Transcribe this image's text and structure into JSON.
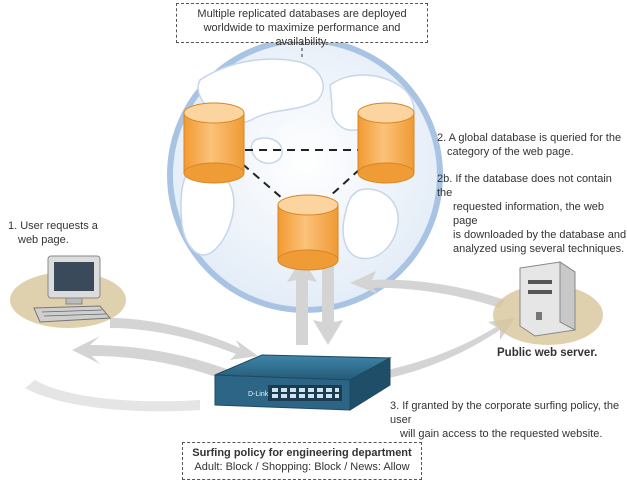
{
  "top_note": {
    "line1": "Multiple replicated databases are deployed",
    "line2": "worldwide to maximize performance and availability."
  },
  "step1": {
    "line1": "1. User requests a",
    "line2": "web page."
  },
  "step2": {
    "line1": "2. A global database is queried for the",
    "line2": "category of the web page."
  },
  "step2b": {
    "line1": "2b. If the database does not contain the",
    "line2": "requested information, the web page",
    "line3": "is downloaded by the database and",
    "line4": "analyzed using several techniques."
  },
  "server_label": "Public web server.",
  "step3": {
    "line1": "3. If granted by the corporate surfing policy, the user",
    "line2": "will gain access to the requested website."
  },
  "policy": {
    "title": "Surfing policy for engineering department",
    "rules": "Adult: Block / Shopping: Block / News: Allow"
  },
  "device_brand": "D-Link",
  "colors": {
    "globe_border": "#a9c3e3",
    "database": "#f5a94a",
    "device": "#2e6d8e",
    "arrow": "#cfcfcf"
  }
}
